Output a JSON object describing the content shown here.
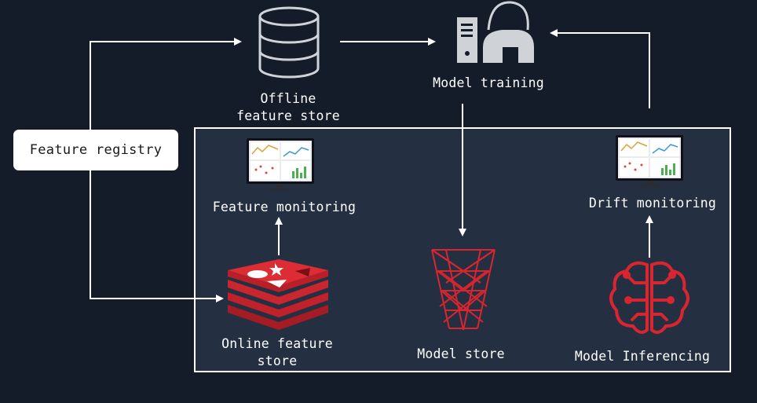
{
  "diagram": {
    "feature_registry": "Feature registry",
    "offline_store": "Offline\nfeature store",
    "model_training": "Model training",
    "feature_monitoring": "Feature monitoring",
    "drift_monitoring": "Drift monitoring",
    "online_store": "Online feature\nstore",
    "model_store": "Model store",
    "model_inferencing": "Model Inferencing"
  },
  "icons": {
    "database": "database-icon",
    "training": "model-training-icon",
    "monitor": "dashboard-monitor-icon",
    "redis": "redis-stack-icon",
    "model_store": "neural-network-tower-icon",
    "brain": "brain-circuit-icon"
  },
  "colors": {
    "background": "#141b29",
    "panel": "#243041",
    "accent_red": "#d8252f",
    "line": "#ffffff"
  }
}
